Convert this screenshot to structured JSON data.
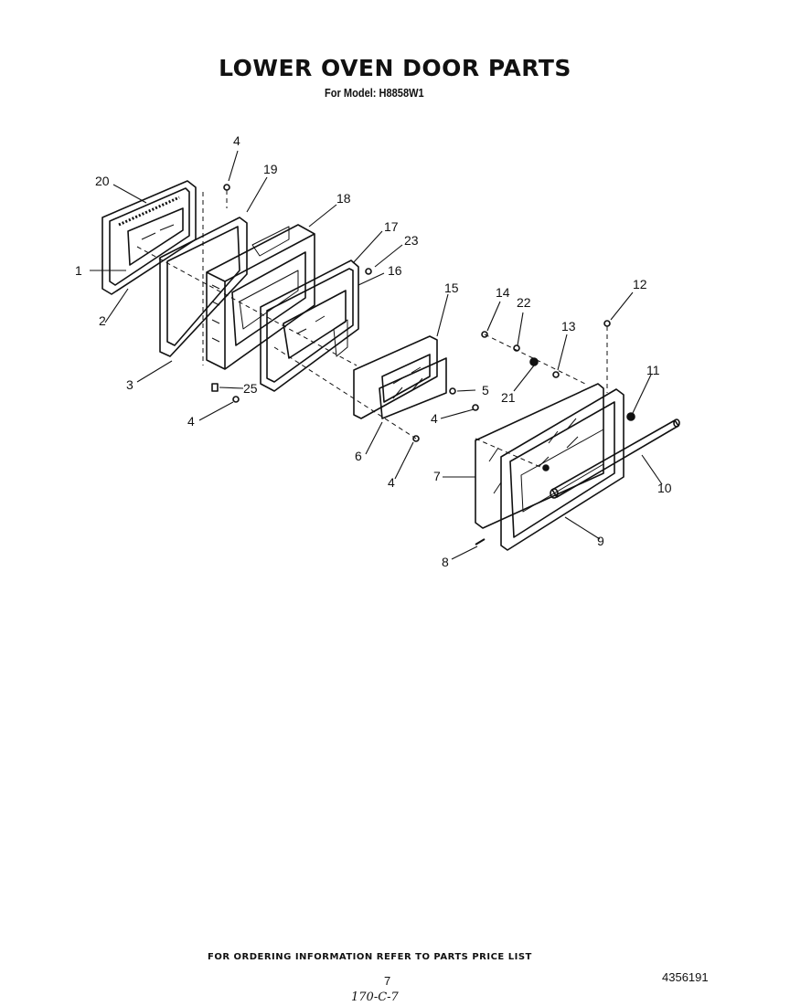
{
  "title": "LOWER OVEN DOOR PARTS",
  "subtitle": "For Model: H8858W1",
  "footer_note": "FOR ORDERING INFORMATION REFER TO PARTS PRICE LIST",
  "page_number": "7",
  "document_number": "4356191",
  "handwritten_note": "170-C-7",
  "callouts": [
    "20",
    "4",
    "19",
    "18",
    "17",
    "23",
    "16",
    "1",
    "2",
    "3",
    "25",
    "4",
    "15",
    "14",
    "22",
    "12",
    "13",
    "21",
    "11",
    "5",
    "4",
    "6",
    "4",
    "7",
    "10",
    "9",
    "8"
  ]
}
